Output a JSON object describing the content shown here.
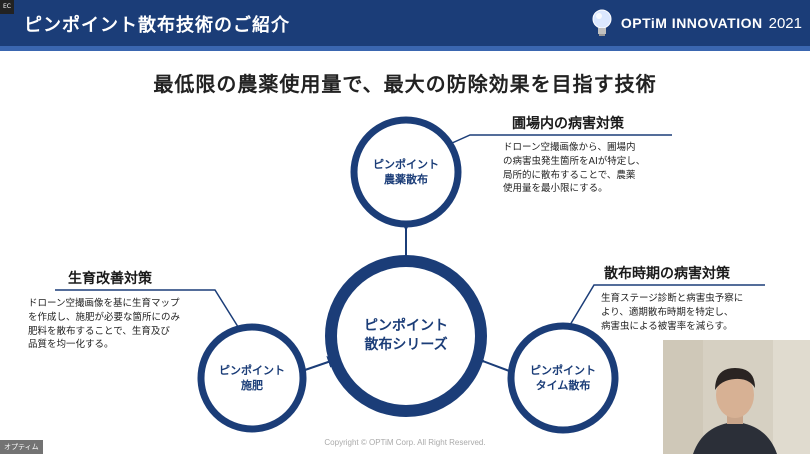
{
  "header": {
    "title": "ピンポイント散布技術のご紹介",
    "brand": "OPTiM INNOVATION",
    "year": "2021",
    "rec_badge": "EC"
  },
  "headline": "最低限の農薬使用量で、最大の防除効果を目指す技術",
  "center": {
    "line1": "ピンポイント",
    "line2": "散布シリーズ"
  },
  "nodes": {
    "top": {
      "line1": "ピンポイント",
      "line2": "農薬散布"
    },
    "left": {
      "line1": "ピンポイント",
      "line2": "施肥"
    },
    "right": {
      "line1": "ピンポイント",
      "line2": "タイム散布"
    }
  },
  "sections": {
    "top": {
      "title": "圃場内の病害対策",
      "lines": [
        "ドローン空撮画像から、圃場内",
        "の病害虫発生箇所をAIが特定し、",
        "局所的に散布することで、農薬",
        "使用量を最小限にする。"
      ]
    },
    "left": {
      "title": "生育改善対策",
      "lines": [
        "ドローン空撮画像を基に生育マップ",
        "を作成し、施肥が必要な箇所にのみ",
        "肥料を散布することで、生育及び",
        "品質を均一化する。"
      ]
    },
    "right": {
      "title": "散布時期の病害対策",
      "lines": [
        "生育ステージ診断と病害虫予察に",
        "より、適期散布時期を特定し、",
        "病害虫による被害率を減らす。"
      ]
    }
  },
  "copyright": "Copyright © OPTiM Corp. All Right Reserved.",
  "participant_name": "オプティム",
  "colors": {
    "header": "#1b3d78",
    "accent": "#1b3d78"
  }
}
